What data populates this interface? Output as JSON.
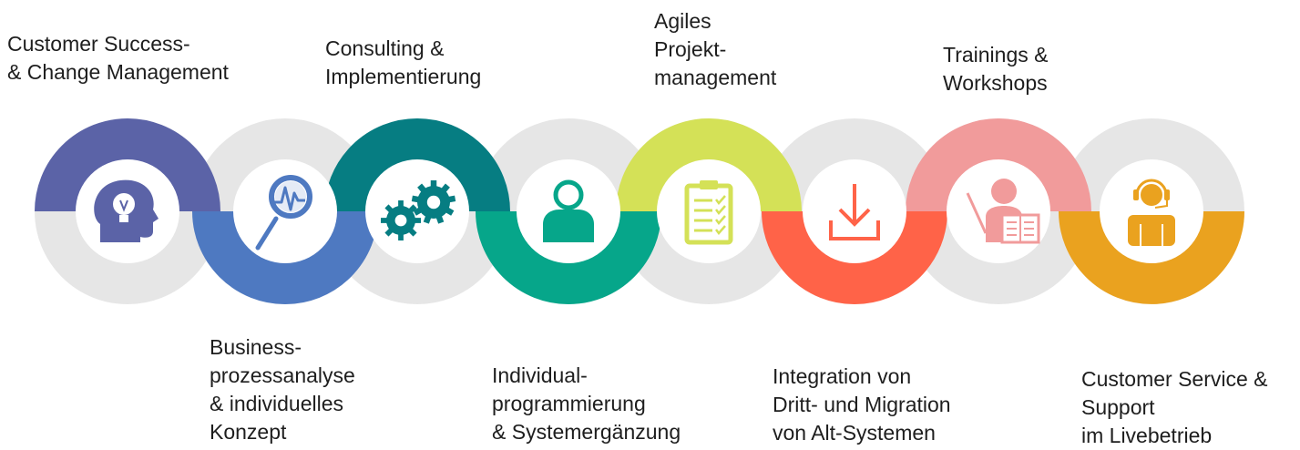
{
  "steps": [
    {
      "label": "Customer Success-\n& Change Management",
      "color": "#5b63a7",
      "icon": "lightbulb-head-icon",
      "position": "top"
    },
    {
      "label": "Business-\nprozessanalyse\n& individuelles\nKonzept",
      "color": "#4e79c1",
      "icon": "magnifier-chart-icon",
      "position": "bottom"
    },
    {
      "label": "Consulting &\nImplementierung",
      "color": "#067d82",
      "icon": "gears-icon",
      "position": "top"
    },
    {
      "label": "Individual-\nprogrammierung\n& Systemergänzung",
      "color": "#06a68a",
      "icon": "person-icon",
      "position": "bottom"
    },
    {
      "label": "Agiles\nProjekt-\nmanagement",
      "color": "#d4e157",
      "icon": "clipboard-checklist-icon",
      "position": "top"
    },
    {
      "label": "Integration von\nDritt- und Migration\nvon Alt-Systemen",
      "color": "#ff6348",
      "icon": "download-icon",
      "position": "bottom"
    },
    {
      "label": "Trainings &\nWorkshops",
      "color": "#f19b9b",
      "icon": "trainer-book-icon",
      "position": "top"
    },
    {
      "label": "Customer Service &\nSupport\nim Livebetrieb",
      "color": "#eaa21f",
      "icon": "headset-agent-icon",
      "position": "bottom"
    }
  ],
  "ring_gray": "#e6e6e6"
}
